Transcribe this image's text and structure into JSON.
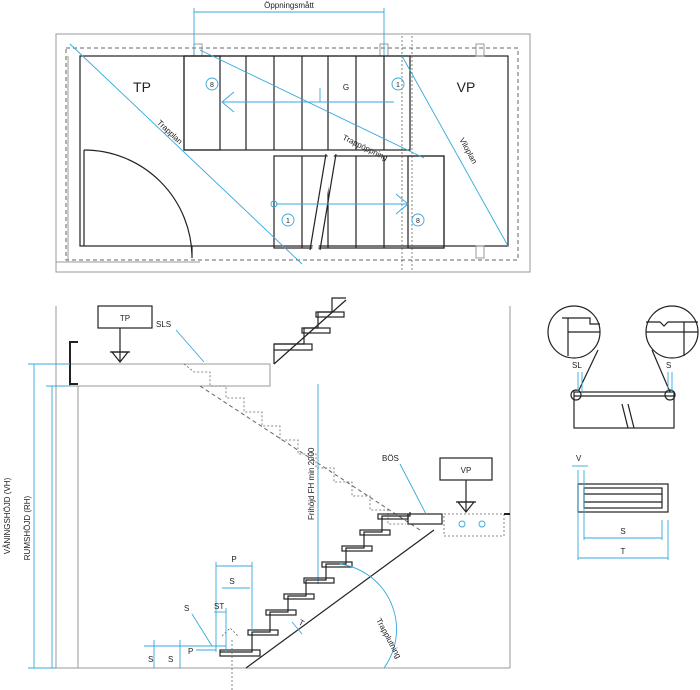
{
  "plan": {
    "opening_dimension": "Öppningsmått",
    "landing_top_label": "TP",
    "landing_bottom_label": "VP",
    "diag_trapplan": "Trapplan",
    "diag_trappoppning": "Trappöppning",
    "diag_viloplan": "Viloplan",
    "walking_line_label": "G",
    "step_first": "1",
    "step_last": "8"
  },
  "section": {
    "tp_box": "TP",
    "vp_box": "VP",
    "sls_label": "SLS",
    "bos_label": "BÖS",
    "headroom_label": "Frihöjd FH min 2000",
    "slope_label": "Trapplutning",
    "vaningshojd": "VÅNINGSHÖJD (VH)",
    "rumshojd": "RUMSHÖJD (RH)",
    "p_label": "P",
    "s_label": "S",
    "st_label": "ST",
    "t_label": "T"
  },
  "detail_top": {
    "sl_label": "SL",
    "s_label": "S"
  },
  "detail_bottom": {
    "v_label": "V",
    "s_label": "S",
    "t_label": "T"
  }
}
